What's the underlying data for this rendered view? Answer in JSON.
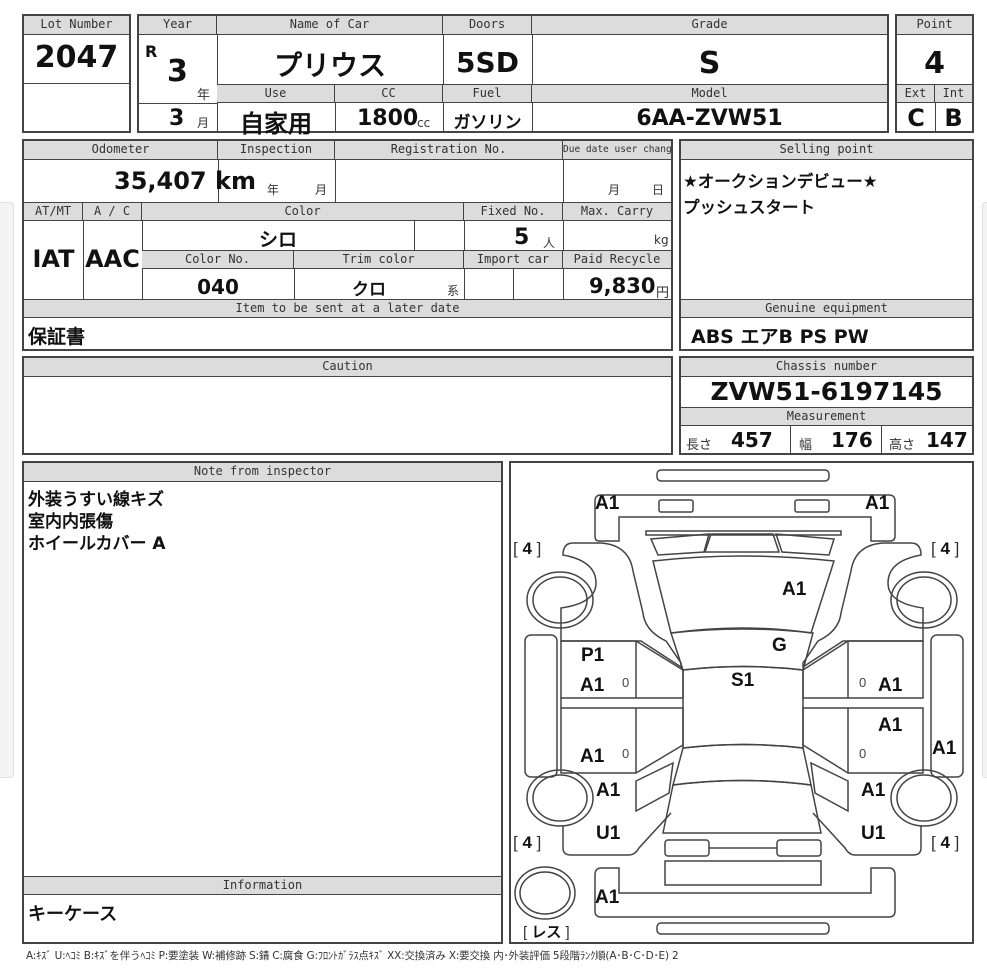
{
  "lot": {
    "label": "Lot Number",
    "value": "2047"
  },
  "year": {
    "label": "Year",
    "era": "R",
    "year": "3",
    "year_unit": "年",
    "month": "3",
    "month_unit": "月"
  },
  "name_of_car": {
    "label": "Name of Car",
    "value": "プリウス"
  },
  "use": {
    "label": "Use",
    "value": "自家用"
  },
  "cc": {
    "label": "CC",
    "value": "1800",
    "unit": "cc"
  },
  "doors": {
    "label": "Doors",
    "value": "5SD"
  },
  "fuel": {
    "label": "Fuel",
    "value": "ガソリン"
  },
  "grade": {
    "label": "Grade",
    "value": "S"
  },
  "model": {
    "label": "Model",
    "value": "6AA-ZVW51"
  },
  "point": {
    "label": "Point",
    "value": "4",
    "ext_label": "Ext",
    "int_label": "Int",
    "ext": "C",
    "int": "B"
  },
  "odometer": {
    "label": "Odometer",
    "value": "35,407",
    "unit": "km"
  },
  "inspection": {
    "label": "Inspection",
    "year_unit": "年",
    "month_unit": "月"
  },
  "registration": {
    "label": "Registration No.",
    "value": ""
  },
  "due_date": {
    "label": "Due date user change",
    "month_unit": "月",
    "day_unit": "日"
  },
  "atmt": {
    "label": "AT/MT",
    "value": "IAT"
  },
  "ac": {
    "label": "A / C",
    "value": "AAC"
  },
  "color": {
    "label": "Color",
    "value": "シロ"
  },
  "fixed_no": {
    "label": "Fixed No.",
    "value": "5",
    "unit": "人"
  },
  "max_carry": {
    "label": "Max. Carry",
    "value": "",
    "unit": "kg"
  },
  "color_no": {
    "label": "Color No.",
    "value": "040"
  },
  "trim_color": {
    "label": "Trim color",
    "value": "クロ",
    "unit": "系"
  },
  "import_car": {
    "label": "Import car",
    "value": ""
  },
  "paid_recycle": {
    "label": "Paid Recycle",
    "value": "9,830",
    "unit": "円"
  },
  "later_items": {
    "label": "Item to be sent at a later date",
    "value": "保証書"
  },
  "selling_point": {
    "label": "Selling point",
    "lines": [
      "★オークションデビュー★",
      "プッシュスタート"
    ]
  },
  "genuine_equipment": {
    "label": "Genuine equipment",
    "value": "ABS エアB PS PW"
  },
  "caution": {
    "label": "Caution",
    "value": ""
  },
  "chassis": {
    "label": "Chassis number",
    "value": "ZVW51-6197145"
  },
  "measurement": {
    "label": "Measurement",
    "length_label": "長さ",
    "length": "457",
    "width_label": "幅",
    "width": "176",
    "height_label": "高さ",
    "height": "147"
  },
  "inspector_note": {
    "label": "Note from inspector",
    "lines": [
      "外装うすい線キズ",
      "室内内張傷",
      "ホイールカバー A"
    ]
  },
  "information": {
    "label": "Information",
    "value": "キーケース"
  },
  "diagram": {
    "tires": {
      "front_left": "4",
      "front_right": "4",
      "rear_left": "4",
      "rear_right": "4",
      "spare": "レス"
    },
    "marks": {
      "front_bumper_left": "A1",
      "front_bumper_right": "A1",
      "hood": "A1",
      "windshield": "G",
      "roof": "S1",
      "left_front_door_1": "P1",
      "left_front_door_2": "A1",
      "left_front_door_small": "0",
      "left_rear_door": "A1",
      "left_rear_door_small": "0",
      "right_front_door": "A1",
      "right_front_door_small": "0",
      "right_rear_door": "A1",
      "right_rear_door_small": "0",
      "right_sill": "A1",
      "left_rear_fender": "A1",
      "left_rear_fender_2": "U1",
      "right_rear_fender": "A1",
      "right_rear_fender_2": "U1",
      "rear_bumper": "A1"
    }
  },
  "legend": "A:ｷｽﾞ  U:ﾍｺﾐ  B:ｷｽﾞを伴うﾍｺﾐ  P:要塗装  W:補修跡  S:錆  C:腐食  G:ﾌﾛﾝﾄｶﾞﾗｽ点ｷｽﾞ  XX:交換済み  X:要交換   内･外装評価  5段階ﾗﾝｸ順(A･B･C･D･E) 2"
}
